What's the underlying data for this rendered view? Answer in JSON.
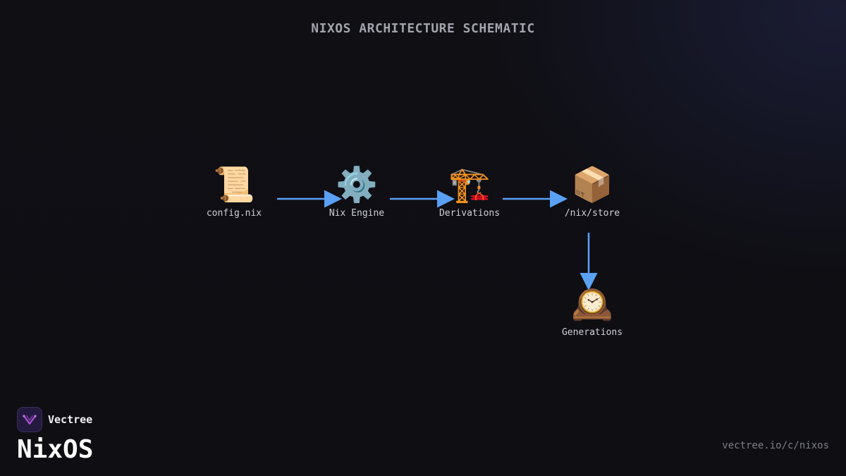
{
  "title": "NIXOS ARCHITECTURE SCHEMATIC",
  "nodes": [
    {
      "id": "config",
      "icon": "scroll-icon",
      "emoji": "📜",
      "label": "config.nix"
    },
    {
      "id": "engine",
      "icon": "gear-icon",
      "emoji": "⚙️",
      "label": "Nix Engine"
    },
    {
      "id": "derivations",
      "icon": "crane-icon",
      "emoji": "🏗️",
      "label": "Derivations"
    },
    {
      "id": "store",
      "icon": "package-icon",
      "emoji": "📦",
      "label": "/nix/store"
    },
    {
      "id": "generations",
      "icon": "clock-icon",
      "emoji": "🕰️",
      "label": "Generations"
    }
  ],
  "edges": [
    {
      "from": "config",
      "to": "engine"
    },
    {
      "from": "engine",
      "to": "derivations"
    },
    {
      "from": "derivations",
      "to": "store"
    },
    {
      "from": "store",
      "to": "generations"
    }
  ],
  "colors": {
    "arrow": "#5aa0f5",
    "background": "#0f0f14",
    "logo_accent": "#b455e0"
  },
  "brand": {
    "name": "Vectree",
    "product": "NixOS",
    "url": "vectree.io/c/nixos"
  }
}
